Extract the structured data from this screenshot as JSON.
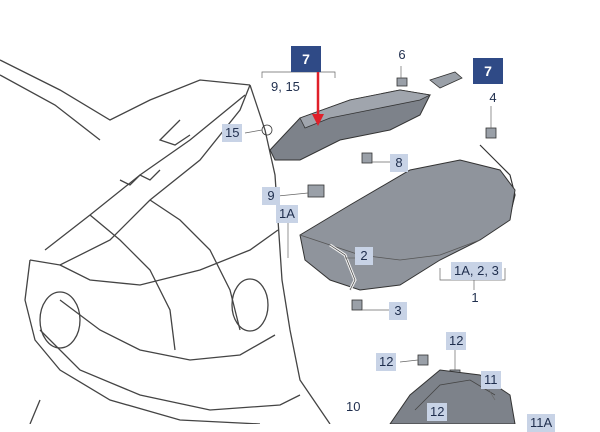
{
  "diagram": {
    "highlighted_part": "7",
    "callouts": {
      "c7_top": "7",
      "c9_15": "9, 15",
      "c6": "6",
      "c7_right": "7",
      "c4": "4",
      "c15": "15",
      "c8": "8",
      "c9": "9",
      "c1A_left": "1A",
      "c2": "2",
      "c1A_23": "1A, 2, 3",
      "c1": "1",
      "c3": "3",
      "c12_top": "12",
      "c12_left": "12",
      "c11": "11",
      "c10": "10",
      "c12_bottom": "12",
      "c11A": "11A"
    },
    "colors": {
      "highlight": "#2f4a86",
      "callout_bg": "#c8d3e6",
      "arrow": "#e0202a",
      "line": "#333333",
      "part_fill": "#8a8f97"
    }
  }
}
